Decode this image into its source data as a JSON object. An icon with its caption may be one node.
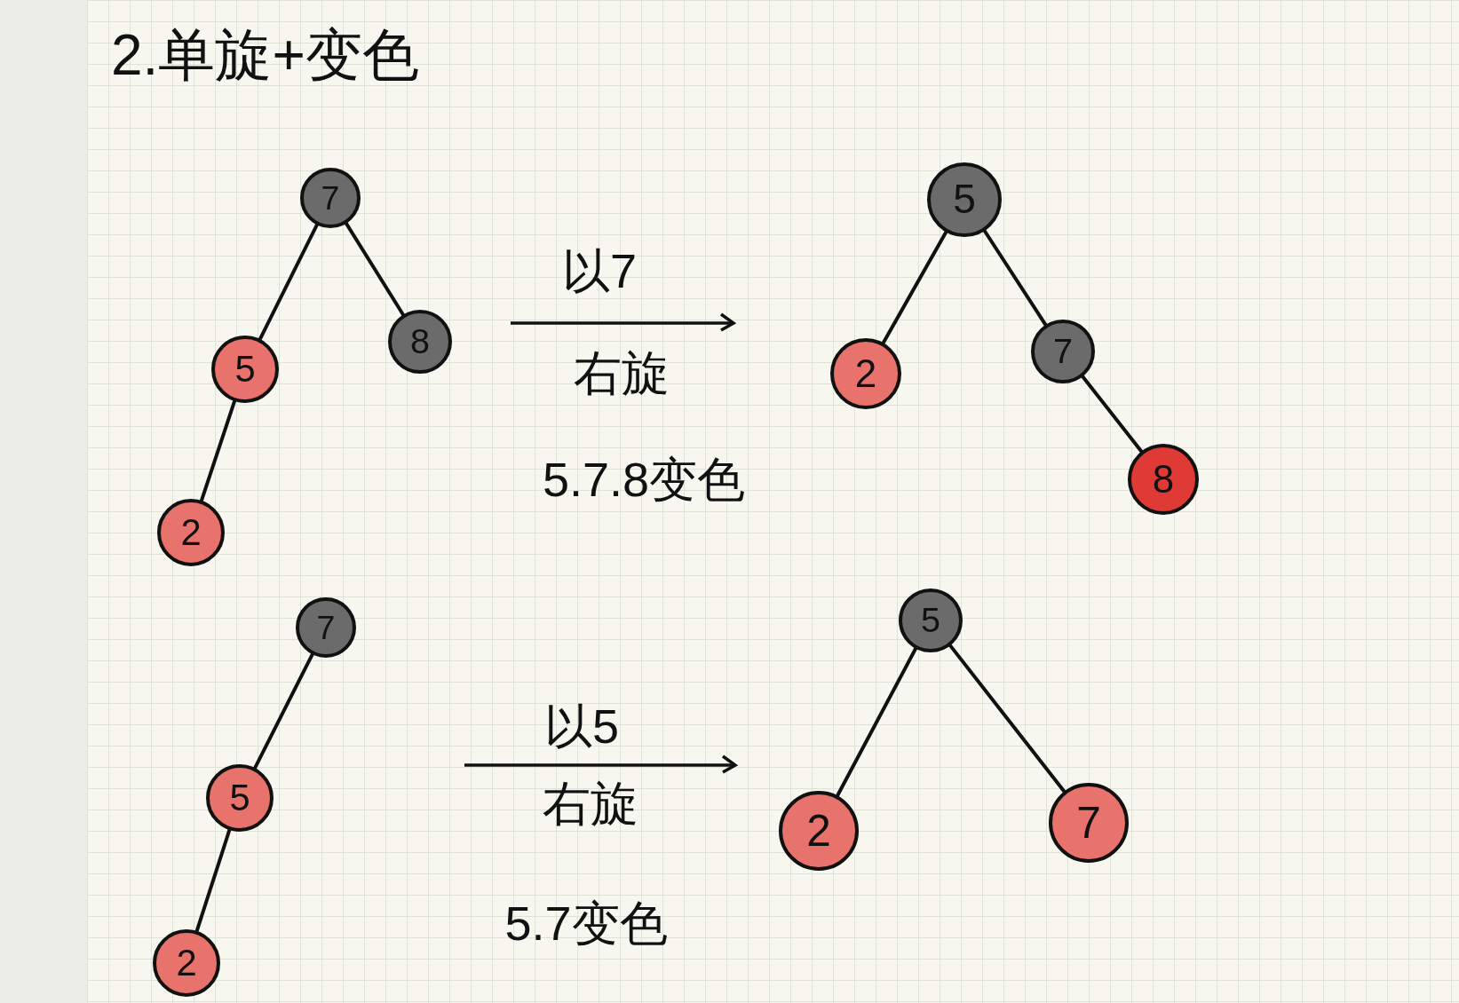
{
  "diagram": {
    "title": "2.单旋+变色",
    "nodes": [
      {
        "text": [
          "7"
        ]
      },
      {
        "text": [
          "5"
        ]
      },
      {
        "text": [
          "8"
        ]
      },
      {
        "text": [
          "2"
        ]
      },
      {
        "text": [
          "5"
        ]
      },
      {
        "text": [
          "2"
        ]
      },
      {
        "text": [
          "7"
        ]
      },
      {
        "text": [
          "8"
        ]
      },
      {
        "text": [
          "7"
        ]
      },
      {
        "text": [
          "5"
        ]
      },
      {
        "text": [
          "2"
        ]
      },
      {
        "text": [
          "5"
        ]
      },
      {
        "text": [
          "2"
        ]
      },
      {
        "text": [
          "7"
        ]
      }
    ],
    "edges": [
      {
        "from": 0,
        "to": 1,
        "arrow": "none"
      },
      {
        "from": 0,
        "to": 2,
        "arrow": "none"
      },
      {
        "from": 1,
        "to": 3,
        "arrow": "none"
      },
      {
        "from": 4,
        "to": 5,
        "arrow": "none"
      },
      {
        "from": 4,
        "to": 6,
        "arrow": "none"
      },
      {
        "from": 6,
        "to": 7,
        "arrow": "none"
      },
      {
        "from": 8,
        "to": 9,
        "arrow": "none"
      },
      {
        "from": 9,
        "to": 10,
        "arrow": "none"
      },
      {
        "from": 11,
        "to": 12,
        "arrow": "none"
      },
      {
        "from": 11,
        "to": 13,
        "arrow": "none"
      }
    ],
    "labels": [
      "以7",
      "右旋",
      "5.7.8变色",
      "以5",
      "右旋",
      "5.7变色"
    ]
  }
}
